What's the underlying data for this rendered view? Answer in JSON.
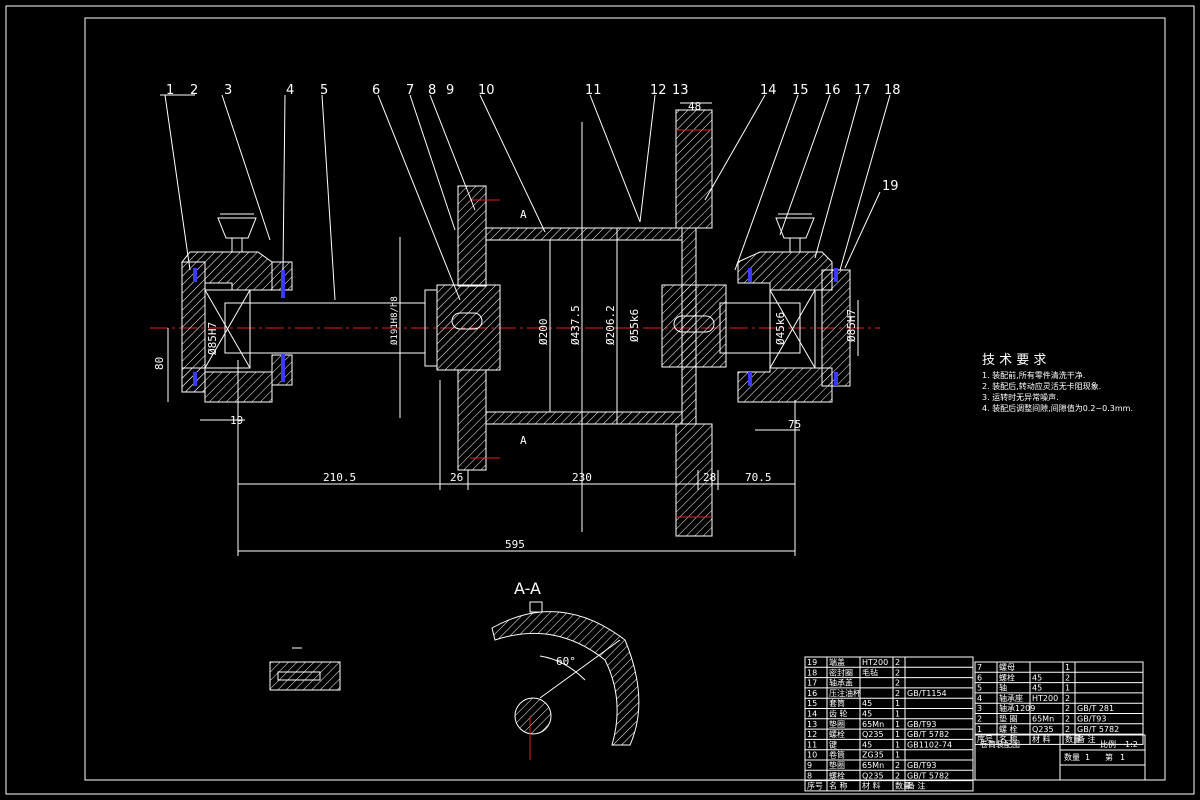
{
  "balloons": [
    "1",
    "2",
    "3",
    "4",
    "5",
    "6",
    "7",
    "8",
    "9",
    "10",
    "11",
    "12",
    "13",
    "14",
    "15",
    "16",
    "17",
    "18",
    "19"
  ],
  "dimensions": {
    "d_tooth_width": "48",
    "d_bearing_left": "Ø85H7",
    "d_shaft_fit": "Ø191H8/h8",
    "d_drum_inner": "Ø200",
    "d_gear_outer": "Ø437.5",
    "d_drum_outer": "Ø206.2",
    "d_hub": "Ø55k6",
    "d_shaft_right": "Ø45k6",
    "d_bearing_right": "Ø85H7",
    "h_80": "80",
    "w_19": "19",
    "w_75": "75",
    "seg_1": "210.5",
    "seg_2": "26",
    "seg_3": "230",
    "seg_4": "28",
    "seg_5": "70.5",
    "total": "595",
    "section_mark": "A",
    "section_angle": "60°"
  },
  "section_title": "A-A",
  "tech_req": {
    "title": "技 术 要 求",
    "items": [
      "1. 装配前,所有零件清洗干净.",
      "2. 装配后,转动应灵活无卡阻现象.",
      "3. 运转时无异常噪声.",
      "4. 装配后调整间隙,间隙值为0.2~0.3mm."
    ]
  },
  "bom_left": [
    {
      "no": "19",
      "name": "端盖",
      "mat": "HT200",
      "qty": "2",
      "std": ""
    },
    {
      "no": "18",
      "name": "密封圈",
      "mat": "毛毡",
      "qty": "2",
      "std": ""
    },
    {
      "no": "17",
      "name": "轴承盖",
      "mat": "",
      "qty": "2",
      "std": ""
    },
    {
      "no": "16",
      "name": "压注油杯",
      "mat": "",
      "qty": "2",
      "std": "GB/T1154"
    },
    {
      "no": "15",
      "name": "套筒",
      "mat": "45",
      "qty": "1",
      "std": ""
    },
    {
      "no": "14",
      "name": "齿 轮",
      "mat": "45",
      "qty": "1",
      "std": ""
    },
    {
      "no": "13",
      "name": "垫圈",
      "mat": "65Mn",
      "qty": "1",
      "std": "GB/T93"
    },
    {
      "no": "12",
      "name": "螺栓",
      "mat": "Q235",
      "qty": "1",
      "std": "GB/T 5782"
    },
    {
      "no": "11",
      "name": "键",
      "mat": "45",
      "qty": "1",
      "std": "GB1102-74"
    },
    {
      "no": "10",
      "name": "卷筒",
      "mat": "ZG35",
      "qty": "1",
      "std": ""
    },
    {
      "no": "9",
      "name": "垫圈",
      "mat": "65Mn",
      "qty": "2",
      "std": "GB/T93"
    },
    {
      "no": "8",
      "name": "螺栓",
      "mat": "Q235",
      "qty": "2",
      "std": "GB/T 5782"
    }
  ],
  "bom_left_header": [
    "序号",
    "名 称",
    "材 料",
    "数量",
    "备 注"
  ],
  "bom_right": [
    {
      "no": "7",
      "name": "螺母",
      "mat": "",
      "qty": "1",
      "std": ""
    },
    {
      "no": "6",
      "name": "螺栓",
      "mat": "45",
      "qty": "2",
      "std": ""
    },
    {
      "no": "5",
      "name": "轴",
      "mat": "45",
      "qty": "1",
      "std": ""
    },
    {
      "no": "4",
      "name": "轴承座",
      "mat": "HT200",
      "qty": "2",
      "std": ""
    },
    {
      "no": "3",
      "name": "轴承1209",
      "mat": "",
      "qty": "2",
      "std": "GB/T 281"
    },
    {
      "no": "2",
      "name": "垫 圈",
      "mat": "65Mn",
      "qty": "2",
      "std": "GB/T93"
    },
    {
      "no": "1",
      "name": "螺 栓",
      "mat": "Q235",
      "qty": "2",
      "std": "GB/T 5782"
    }
  ],
  "bom_right_header": [
    "序号",
    "名 称",
    "材 料",
    "数量",
    "备 注"
  ],
  "title_block": {
    "name": "卷筒装配图",
    "label_scale": "比例",
    "scale": "1:2",
    "label_qty": "数量",
    "qty": "1",
    "label_sheet": "第",
    "sheet": "1"
  },
  "colors": {
    "lines": "#ffffff",
    "centerline": "#e02020",
    "seal": "#3a3aff",
    "background": "#000000"
  }
}
